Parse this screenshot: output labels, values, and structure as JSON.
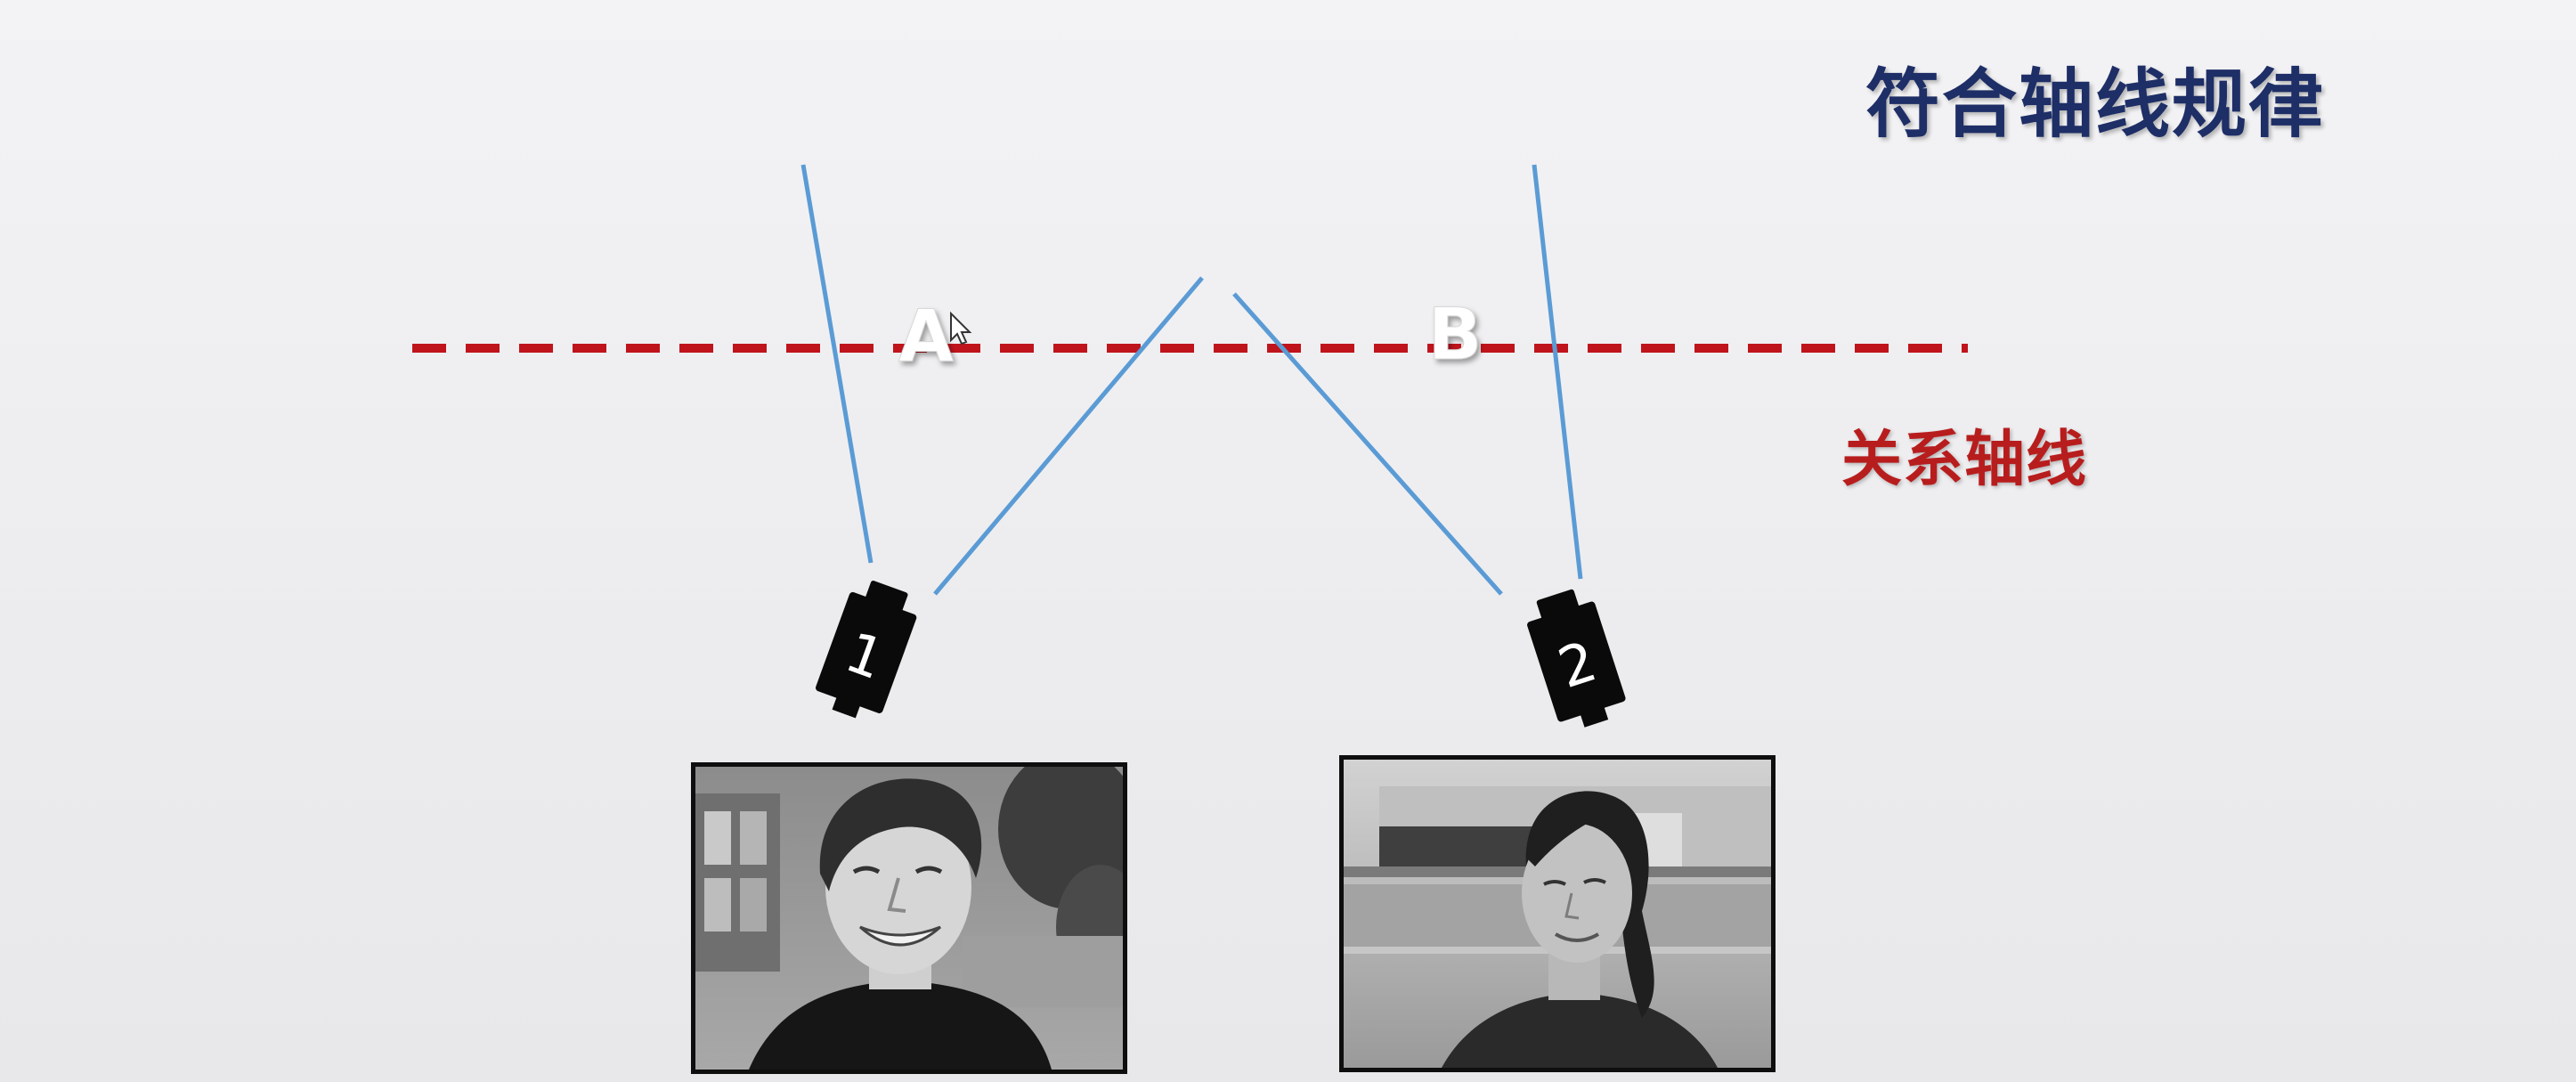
{
  "title": "符合轴线规律",
  "axis_label": "关系轴线",
  "subjects": {
    "a": "A",
    "b": "B"
  },
  "cameras": {
    "cam1": "1",
    "cam2": "2"
  },
  "colors": {
    "title": "#1e2e66",
    "axis_line": "#c0141c",
    "sight_lines": "#5b9bd5",
    "camera_body": "#0a0a0a",
    "photo_border": "#0e0e0e"
  }
}
